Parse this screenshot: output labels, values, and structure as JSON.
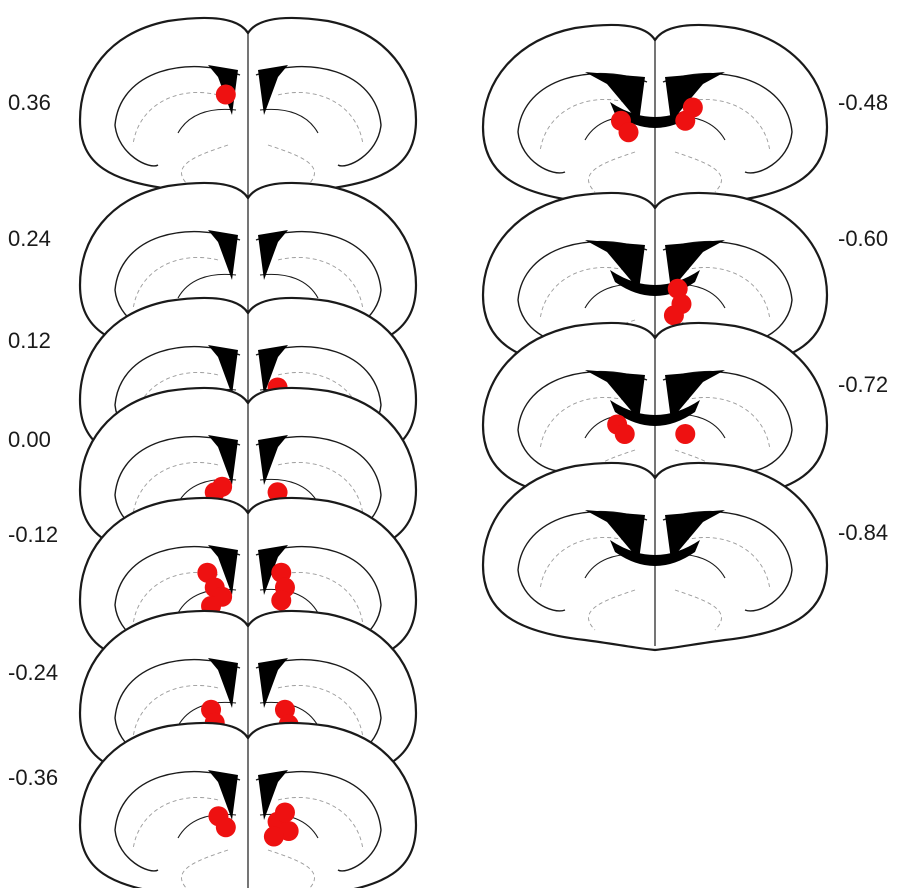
{
  "colors": {
    "outline": "#1a1a1a",
    "detail": "#9a9a9a",
    "ventricle": "#000000",
    "site": "#ee1111",
    "background": "#ffffff"
  },
  "columns": [
    {
      "sections": [
        {
          "label": "0.36",
          "sites": [
            [
              -0.06,
              0.43
            ]
          ]
        },
        {
          "label": "0.24",
          "sites": []
        },
        {
          "label": "0.12",
          "sites": [
            [
              0.08,
              0.5
            ]
          ]
        },
        {
          "label": "0.00",
          "sites": [
            [
              -0.09,
              0.58
            ],
            [
              -0.07,
              0.55
            ],
            [
              0.08,
              0.58
            ]
          ]
        },
        {
          "label": "-0.12",
          "sites": [
            [
              -0.11,
              0.42
            ],
            [
              -0.09,
              0.5
            ],
            [
              -0.07,
              0.55
            ],
            [
              -0.1,
              0.6
            ],
            [
              0.09,
              0.42
            ],
            [
              0.1,
              0.5
            ],
            [
              0.09,
              0.57
            ]
          ]
        },
        {
          "label": "-0.24",
          "sites": [
            [
              -0.1,
              0.55
            ],
            [
              -0.09,
              0.62
            ],
            [
              0.1,
              0.55
            ],
            [
              0.11,
              0.63
            ]
          ]
        },
        {
          "label": "-0.36",
          "sites": [
            [
              -0.08,
              0.52
            ],
            [
              -0.06,
              0.58
            ],
            [
              0.08,
              0.55
            ],
            [
              0.11,
              0.6
            ],
            [
              0.07,
              0.63
            ],
            [
              0.1,
              0.5
            ]
          ]
        }
      ]
    },
    {
      "sections": [
        {
          "label": "-0.48",
          "sites": [
            [
              -0.09,
              0.52
            ],
            [
              -0.07,
              0.58
            ],
            [
              0.08,
              0.52
            ],
            [
              0.1,
              0.45
            ]
          ]
        },
        {
          "label": "-0.60",
          "sites": [
            [
              0.06,
              0.52
            ],
            [
              0.07,
              0.6
            ],
            [
              0.05,
              0.66
            ]
          ]
        },
        {
          "label": "-0.72",
          "sites": [
            [
              -0.1,
              0.55
            ],
            [
              -0.08,
              0.6
            ],
            [
              0.08,
              0.6
            ]
          ]
        },
        {
          "label": "-0.84",
          "sites": []
        }
      ]
    }
  ]
}
